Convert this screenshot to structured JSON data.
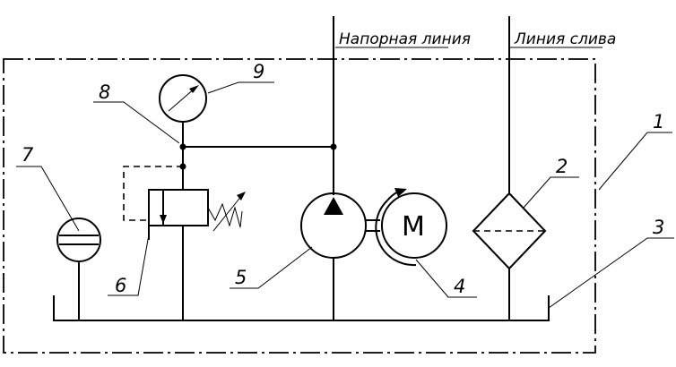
{
  "labels": {
    "pressure_line": "Напорная линия",
    "drain_line": "Линия слива"
  },
  "numbers": {
    "n1": "1",
    "n2": "2",
    "n3": "3",
    "n4": "4",
    "n5": "5",
    "n6": "6",
    "n7": "7",
    "n8": "8",
    "n9": "9"
  },
  "motor_letter": "M"
}
